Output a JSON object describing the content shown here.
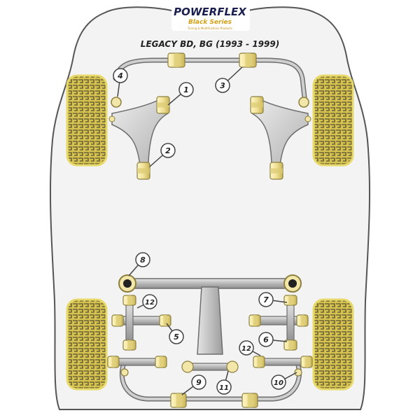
{
  "logo": {
    "brand": "POWERFLEX",
    "series": "Black Series",
    "tagline": "Tuning & Modifications Products"
  },
  "title": "LEGACY BD, BG (1993 - 1999)",
  "callouts": [
    "1",
    "2",
    "3",
    "4",
    "5",
    "6",
    "7",
    "8",
    "9",
    "10",
    "11",
    "12",
    "12"
  ],
  "colors": {
    "body_fill": "#f3f3f3",
    "body_outline": "#555555",
    "tyre_fill": "#d6c24f",
    "tyre_tread": "#6b6237",
    "tyre_edge": "#e7d96a",
    "bush_fill": "#f5ecb0",
    "bush_ring": "#c9b95a",
    "bar_fill": "#bdbdbd",
    "bar_outline": "#6e6e6e",
    "arm_fill": "#cfcfcf",
    "callout_border": "#444444",
    "logo_blue": "#1a1f4f",
    "logo_yellow": "#e6b422"
  }
}
